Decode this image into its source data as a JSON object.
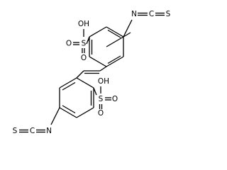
{
  "molecule": {
    "atoms": {
      "n_top": "N",
      "c_top": "C",
      "s_top": "S",
      "s_sulfonyl_top": "S",
      "o_top_a": "O",
      "o_top_b": "O",
      "oh_top": "OH",
      "n_bottom": "N",
      "c_bottom": "C",
      "s_bottom": "S",
      "s_sulfonyl_bottom": "S",
      "o_bottom_a": "O",
      "o_bottom_b": "O",
      "oh_bottom": "OH"
    }
  }
}
